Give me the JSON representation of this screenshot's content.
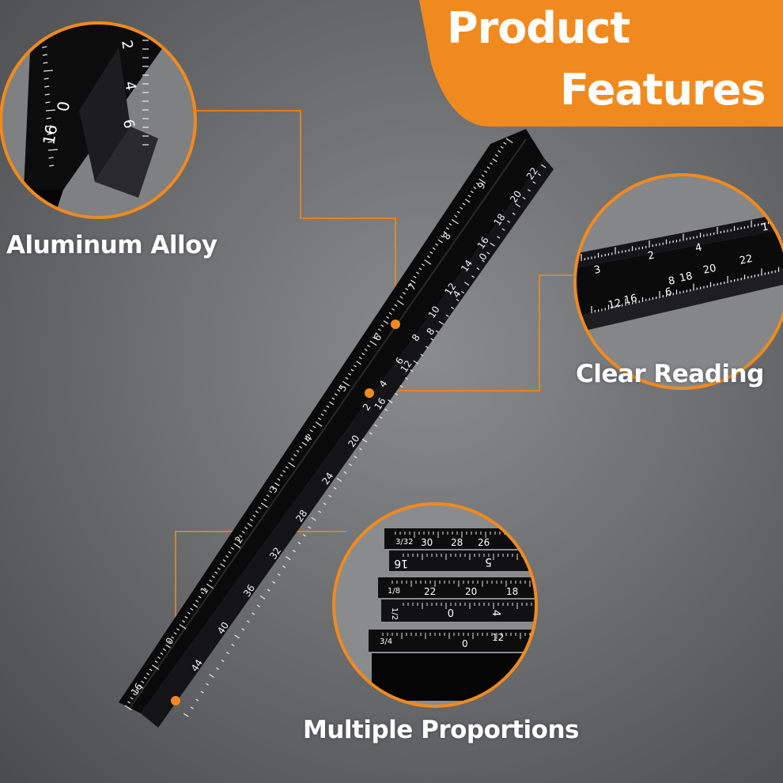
{
  "banner": {
    "line1": "Product",
    "line2": "Features"
  },
  "features": [
    {
      "label": "Aluminum Alloy"
    },
    {
      "label": "Clear Reading"
    },
    {
      "label": "Multiple Proportions"
    }
  ],
  "ruler": {
    "edge_a_numbers": [
      "16",
      "0",
      "1",
      "2",
      "3",
      "4",
      "5",
      "6",
      "7",
      "8",
      "9"
    ],
    "edge_b_numbers": [
      "44",
      "40",
      "36",
      "32",
      "28",
      "24",
      "20",
      "16",
      "12",
      "8",
      "4",
      "0"
    ],
    "edge_c_numbers": [
      "2",
      "4",
      "6",
      "8",
      "10",
      "12",
      "14",
      "16",
      "18",
      "20",
      "22"
    ]
  },
  "zoom_alloy": {
    "numbers": [
      "16",
      "0",
      "2",
      "4",
      "6"
    ]
  },
  "zoom_clear": {
    "numbers": [
      "1",
      "2",
      "3",
      "4",
      "6",
      "8",
      "12",
      "16",
      "18",
      "20",
      "22"
    ]
  },
  "zoom_multi": {
    "row1": {
      "fraction": "3/32",
      "numbers": [
        "30",
        "28",
        "26"
      ]
    },
    "row2": {
      "numbers": [
        "16",
        "5"
      ]
    },
    "row3": {
      "fraction": "1/8",
      "numbers": [
        "22",
        "20",
        "18"
      ]
    },
    "row4": {
      "fraction": "1/2",
      "numbers": [
        "0",
        "4"
      ]
    },
    "row5": {
      "fraction": "3/4",
      "numbers": [
        "0",
        "12"
      ]
    }
  },
  "colors": {
    "accent": "#f08a1e",
    "ruler": "#0d0d0e",
    "text": "#ffffff",
    "background": "#707173"
  }
}
